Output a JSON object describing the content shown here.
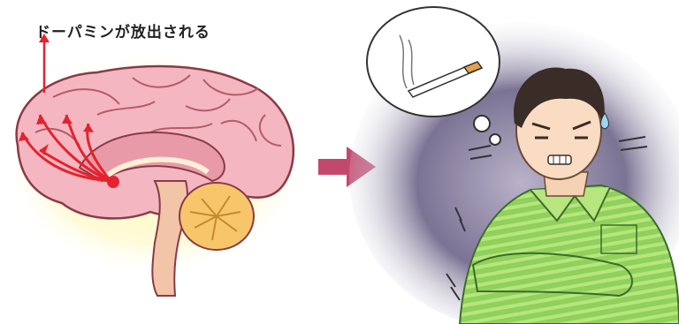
{
  "left_panel": {
    "caption": "ドーパミンが放出される",
    "illustration": "brain-sagittal-section",
    "dopamine_color": "#e4232e",
    "brain_color": "#f4b7c1"
  },
  "arrow": {
    "color": "#c2486c",
    "icon": "right-arrow-icon"
  },
  "right_panel": {
    "thought_bubble_icon": "cigarette-icon",
    "person": "man-in-green-pajamas-craving",
    "backdrop_color": "#6b6585"
  }
}
